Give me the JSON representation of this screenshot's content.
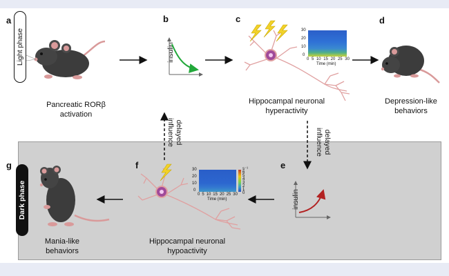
{
  "panels": {
    "a": {
      "letter": "a",
      "caption_line1": "Pancreatic RORβ",
      "caption_line2": "activation"
    },
    "b": {
      "letter": "b",
      "ylabel": "insulin"
    },
    "c": {
      "letter": "c",
      "caption_line1": "Hippocampal neuronal",
      "caption_line2": "hyperactivity"
    },
    "d": {
      "letter": "d",
      "caption_line1": "Depression-like",
      "caption_line2": "behaviors"
    },
    "e": {
      "letter": "e",
      "ylabel": "insulin"
    },
    "f": {
      "letter": "f",
      "caption_line1": "Hippocampal neuronal",
      "caption_line2": "hypoactivity"
    },
    "g": {
      "letter": "g",
      "caption_line1": "Mania-like",
      "caption_line2": "behaviors"
    }
  },
  "phases": {
    "light": "Light phase",
    "dark": "Dark phase"
  },
  "delayed": {
    "left_line1": "delayed",
    "left_line2": "influence",
    "right_line1": "delayed",
    "right_line2": "influence"
  },
  "spectrogram_top": {
    "yticks": [
      "30",
      "20",
      "10",
      "0"
    ],
    "xticks": [
      "0",
      "5",
      "10",
      "15",
      "20",
      "25",
      "30"
    ],
    "xlabel": "Time (min)"
  },
  "spectrogram_bottom": {
    "yticks": [
      "30",
      "20",
      "10",
      "0"
    ],
    "xticks": [
      "0",
      "5",
      "10",
      "15",
      "20",
      "25",
      "30"
    ],
    "xlabel": "Time (min)",
    "colorbar": [
      "6",
      "5",
      "4",
      "3",
      "2",
      "1",
      "0"
    ],
    "colorbar_unit": "s⁻¹"
  },
  "colors": {
    "mouse": "#3c3c3c",
    "mouse_pink": "#d99a9a",
    "neuron": "#e0a0a0",
    "soma": "#a04a9a",
    "bolt": "#f2d22a",
    "insulin_down": "#22a83a",
    "insulin_up": "#b22222",
    "spec_base": "#2a6fd1"
  }
}
